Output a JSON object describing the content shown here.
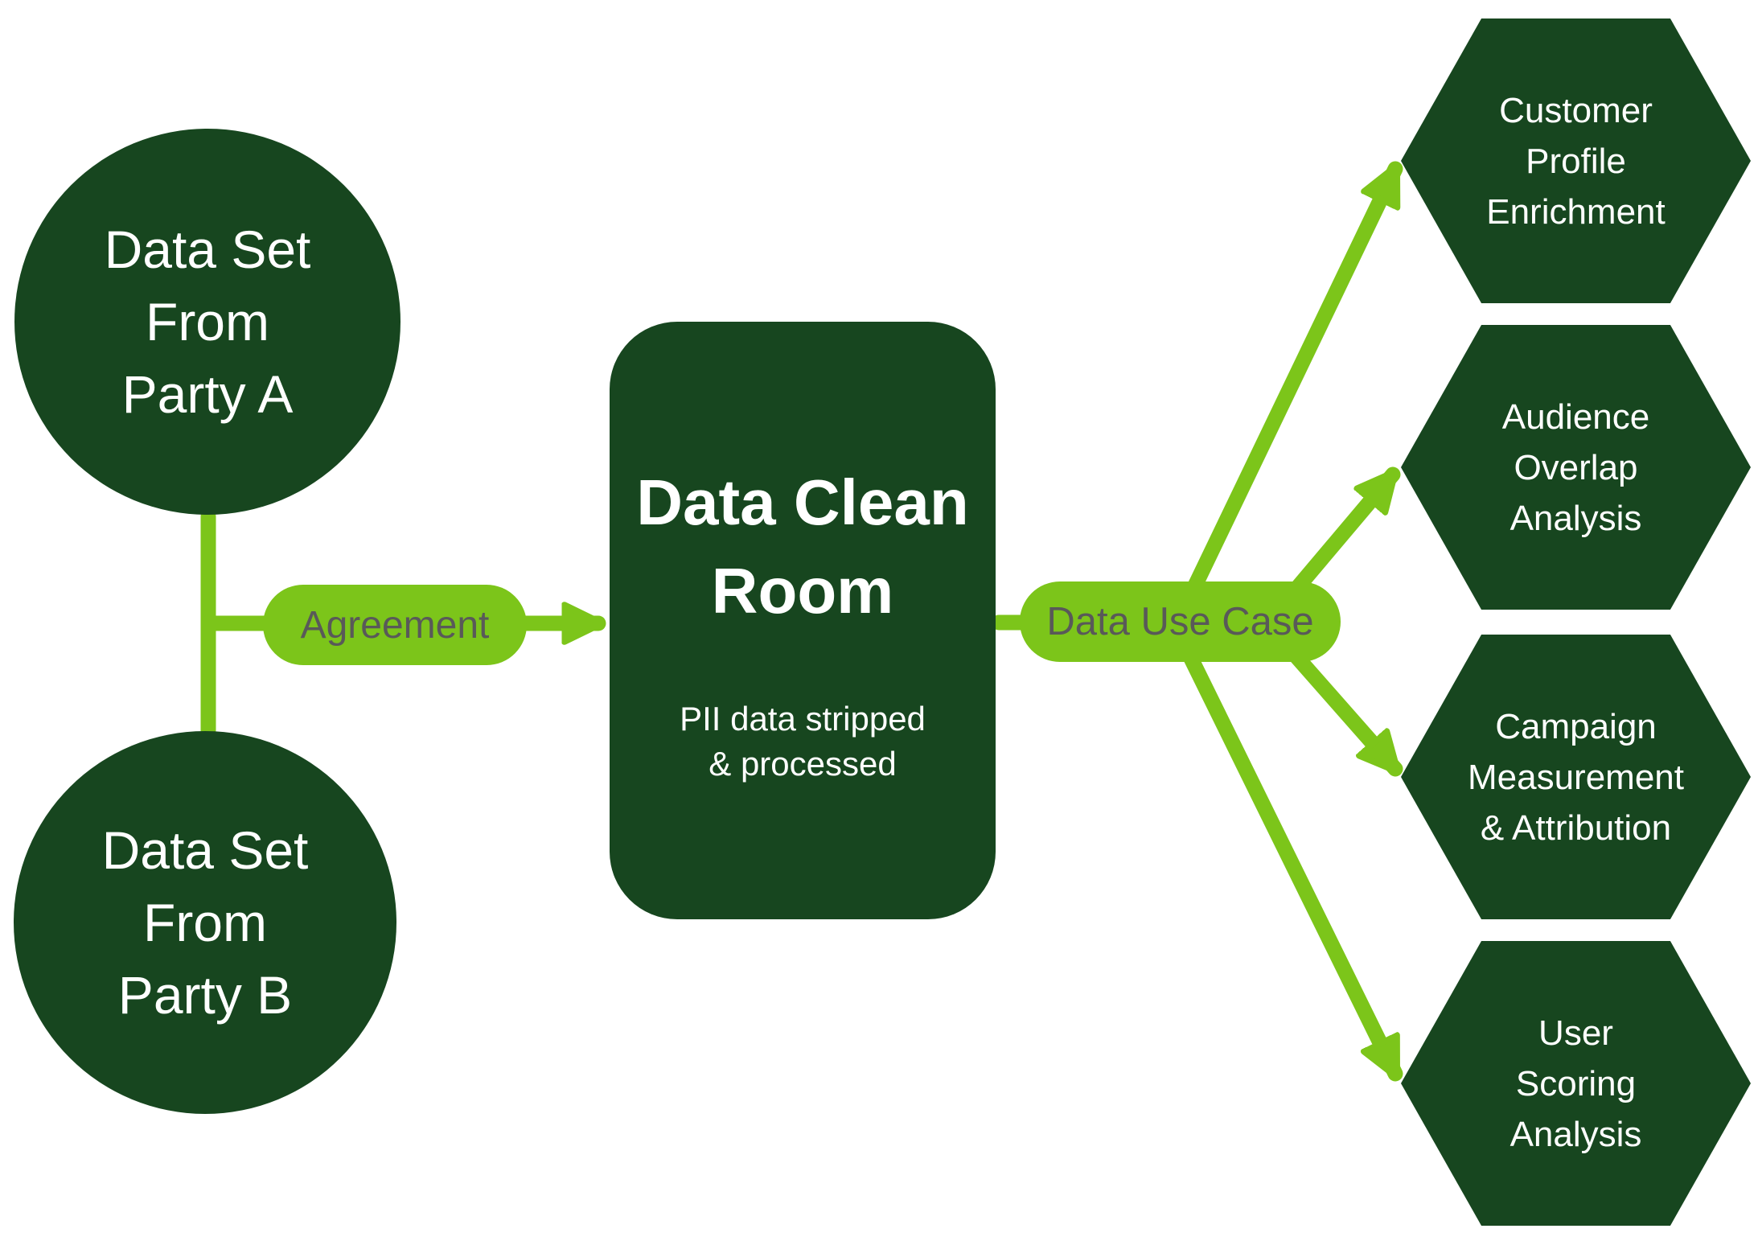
{
  "colors": {
    "dark_green": "#17461F",
    "bright_green": "#7CC51A",
    "label_gray": "#595959",
    "text_white": "#FFFFFF"
  },
  "nodes": {
    "party_a": {
      "lines": [
        "Data Set",
        "From",
        "Party A"
      ]
    },
    "party_b": {
      "lines": [
        "Data Set",
        "From",
        "Party B"
      ]
    },
    "agreement": {
      "label": "Agreement"
    },
    "clean_room": {
      "title_line1": "Data Clean",
      "title_line2": "Room",
      "subtitle_line1": "PII data stripped",
      "subtitle_line2": "& processed"
    },
    "data_use_case": {
      "label": "Data Use Case"
    },
    "use_cases": [
      {
        "lines": [
          "Customer",
          "Profile",
          "Enrichment"
        ]
      },
      {
        "lines": [
          "Audience",
          "Overlap",
          "Analysis"
        ]
      },
      {
        "lines": [
          "Campaign",
          "Measurement",
          "& Attribution"
        ]
      },
      {
        "lines": [
          "User",
          "Scoring",
          "Analysis"
        ]
      }
    ]
  }
}
